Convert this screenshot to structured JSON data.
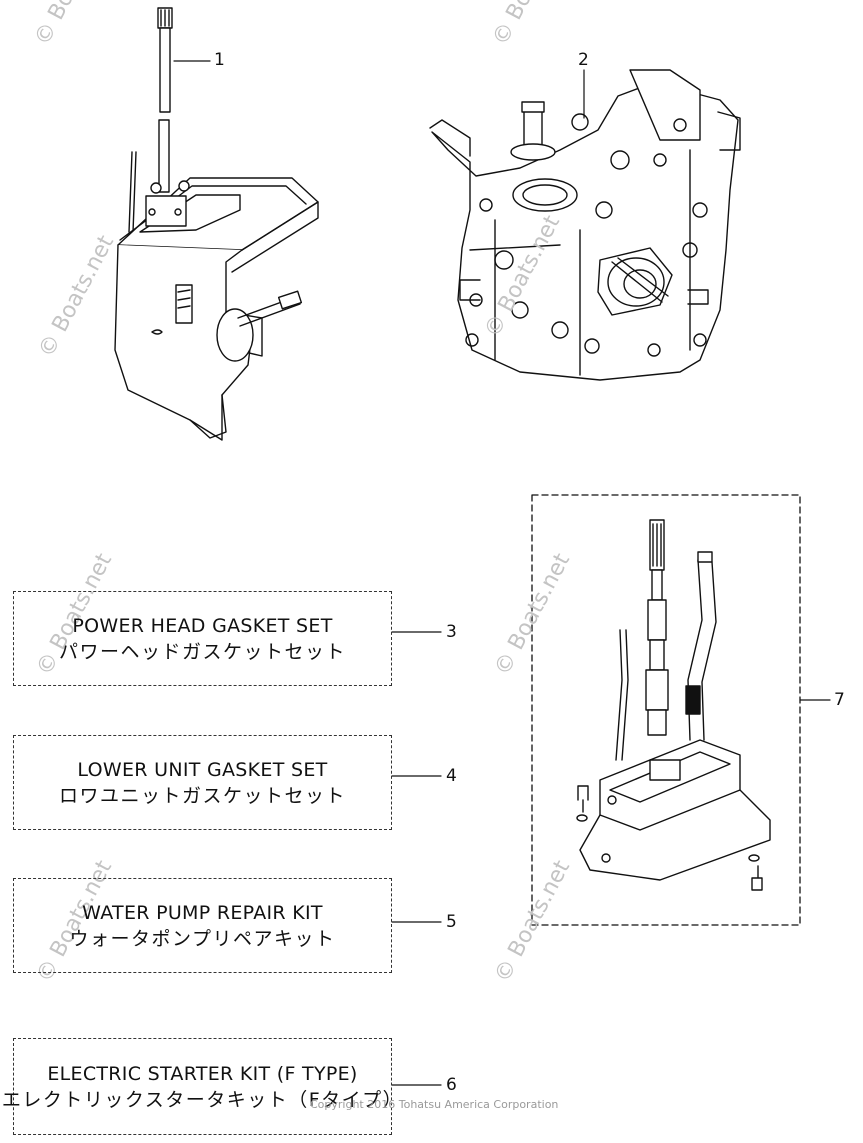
{
  "watermarks": [
    "© Boats.net",
    "© Boats.net",
    "© Boats.net",
    "© Boats.net",
    "© Boats.net",
    "© Boats.net",
    "© Boats.net",
    "© Boats.net"
  ],
  "callouts": [
    "1",
    "2",
    "3",
    "4",
    "5",
    "6",
    "7"
  ],
  "kits": [
    {
      "en": "POWER HEAD GASKET SET",
      "jp": "パワーヘッドガスケットセット"
    },
    {
      "en": "LOWER UNIT GASKET SET",
      "jp": "ロワユニットガスケットセット"
    },
    {
      "en": "WATER PUMP REPAIR KIT",
      "jp": "ウォータポンプリペアキット"
    },
    {
      "en": "ELECTRIC STARTER KIT (F TYPE)",
      "jp": "エレクトリックスタータキット（Fタイプ）"
    }
  ],
  "copyright": "Copyright 2016 Tohatsu America Corporation"
}
